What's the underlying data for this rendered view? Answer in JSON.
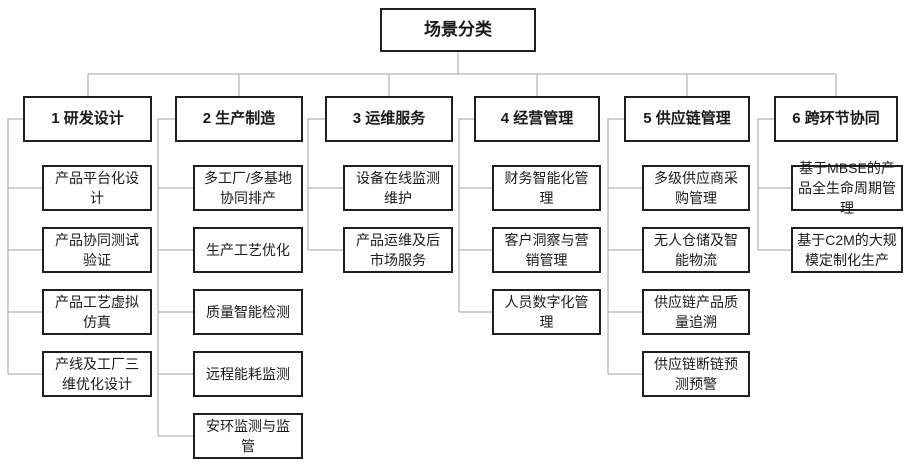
{
  "root": {
    "label": "场景分类"
  },
  "categories": [
    {
      "label": "1 研发设计",
      "children": [
        "产品平台化设计",
        "产品协同测试验证",
        "产品工艺虚拟仿真",
        "产线及工厂三维优化设计"
      ]
    },
    {
      "label": "2 生产制造",
      "children": [
        "多工厂/多基地协同排产",
        "生产工艺优化",
        "质量智能检测",
        "远程能耗监测",
        "安环监测与监管"
      ]
    },
    {
      "label": "3 运维服务",
      "children": [
        "设备在线监测维护",
        "产品运维及后市场服务"
      ]
    },
    {
      "label": "4 经营管理",
      "children": [
        "财务智能化管理",
        "客户洞察与营销管理",
        "人员数字化管理"
      ]
    },
    {
      "label": "5 供应链管理",
      "children": [
        "多级供应商采购管理",
        "无人仓储及智能物流",
        "供应链产品质量追溯",
        "供应链断链预测预警"
      ]
    },
    {
      "label": "6 跨环节协同",
      "children": [
        "基于MBSE的产品全生命周期管理",
        "基于C2M的大规模定制化生产"
      ]
    }
  ],
  "colors": {
    "background": "#ffffff",
    "box_border": "#1f1f1f",
    "text": "#1a1a1a",
    "connector": "#a0a0a0"
  }
}
